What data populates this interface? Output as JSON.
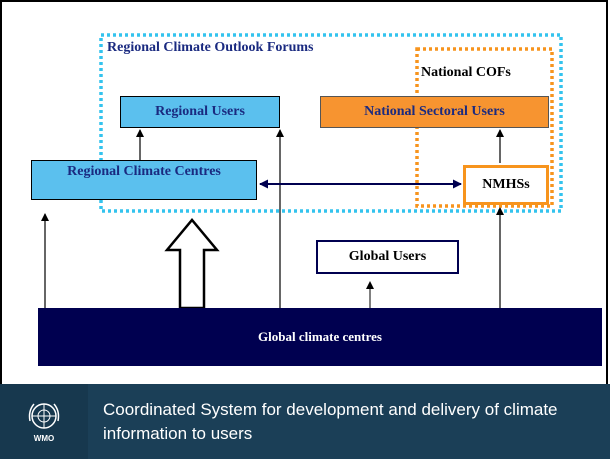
{
  "diagram": {
    "forums_label": "Regional Climate Outlook Forums",
    "national_cofs_label": "National COFs",
    "regional_users": "Regional Users",
    "national_sectoral_users": "National Sectoral Users",
    "regional_climate_centres": "Regional Climate Centres",
    "nmhss": "NMHSs",
    "global_users": "Global Users",
    "global_climate_centres": "Global climate centres"
  },
  "footer": {
    "title": "Coordinated System for development and delivery of climate information to users",
    "logo_text": "WMO"
  },
  "colors": {
    "light_blue": "#5bc0ee",
    "orange": "#f79430",
    "navy": "#000050",
    "dotted_blue": "#33c3ee",
    "dotted_orange": "#f7941d",
    "footer_bg": "#1b3f57"
  }
}
